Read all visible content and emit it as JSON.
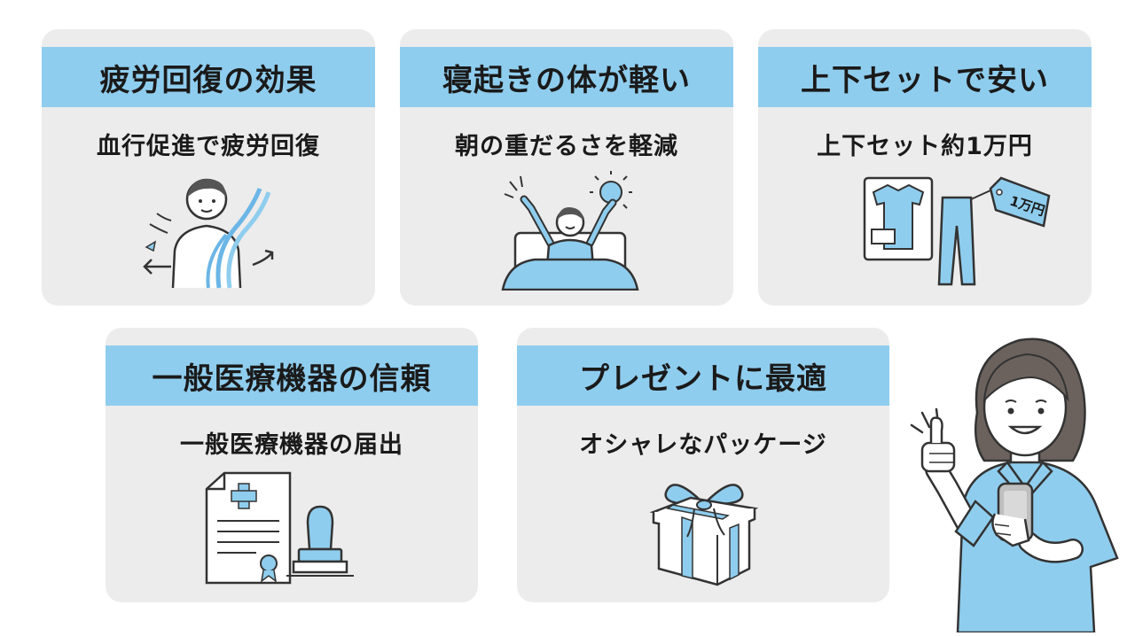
{
  "colors": {
    "card_bg": "#ececec",
    "header_band": "#8fcdee",
    "accent_blue": "#8fcdee",
    "line": "#333333"
  },
  "cards": [
    {
      "title": "疲労回復の効果",
      "subtitle": "血行促進で疲労回復",
      "icon": "blood-circulation-person-icon"
    },
    {
      "title": "寝起きの体が軽い",
      "subtitle": "朝の重だるさを軽減",
      "icon": "waking-up-stretch-icon"
    },
    {
      "title": "上下セットで安い",
      "subtitle": "上下セット約1万円",
      "icon": "clothing-set-price-tag-icon",
      "tag_label": "1万円"
    },
    {
      "title": "一般医療機器の信頼",
      "subtitle": "一般医療機器の届出",
      "icon": "certificate-stamp-icon"
    },
    {
      "title": "プレゼントに最適",
      "subtitle": "オシャレなパッケージ",
      "icon": "gift-box-icon"
    }
  ],
  "presenter": {
    "icon": "woman-thumbs-up-smartphone-icon"
  }
}
